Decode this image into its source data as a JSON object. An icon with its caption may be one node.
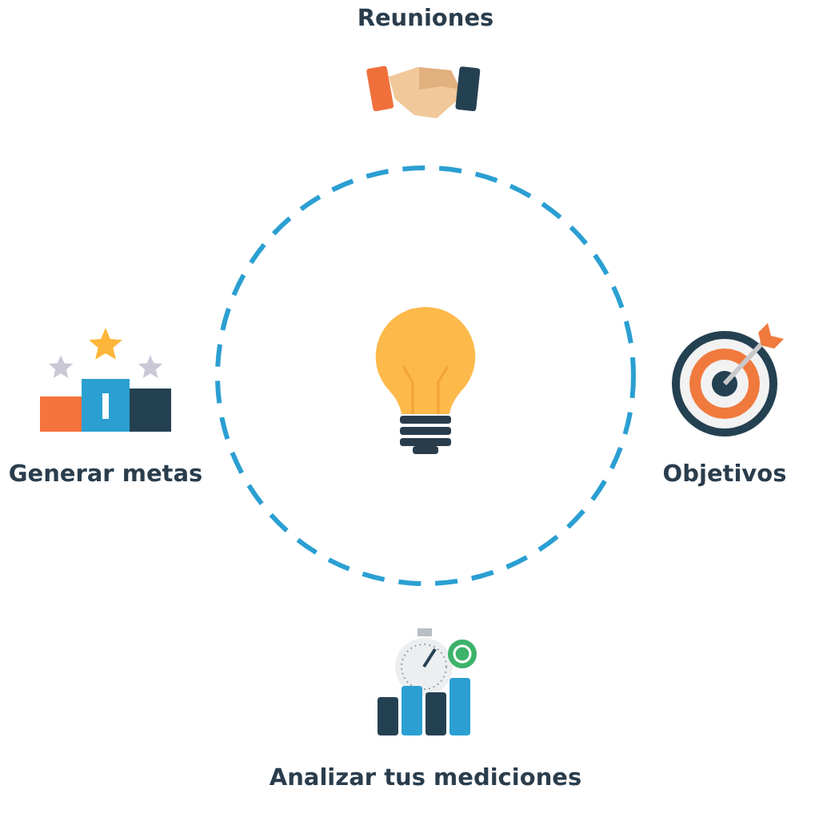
{
  "diagram": {
    "nodes": [
      {
        "text": [
          "Reuniones"
        ]
      },
      {
        "text": [
          "Generar metas"
        ]
      },
      {
        "text": [
          "Objetivos"
        ]
      },
      {
        "text": [
          "Analizar tus mediciones"
        ]
      }
    ]
  }
}
